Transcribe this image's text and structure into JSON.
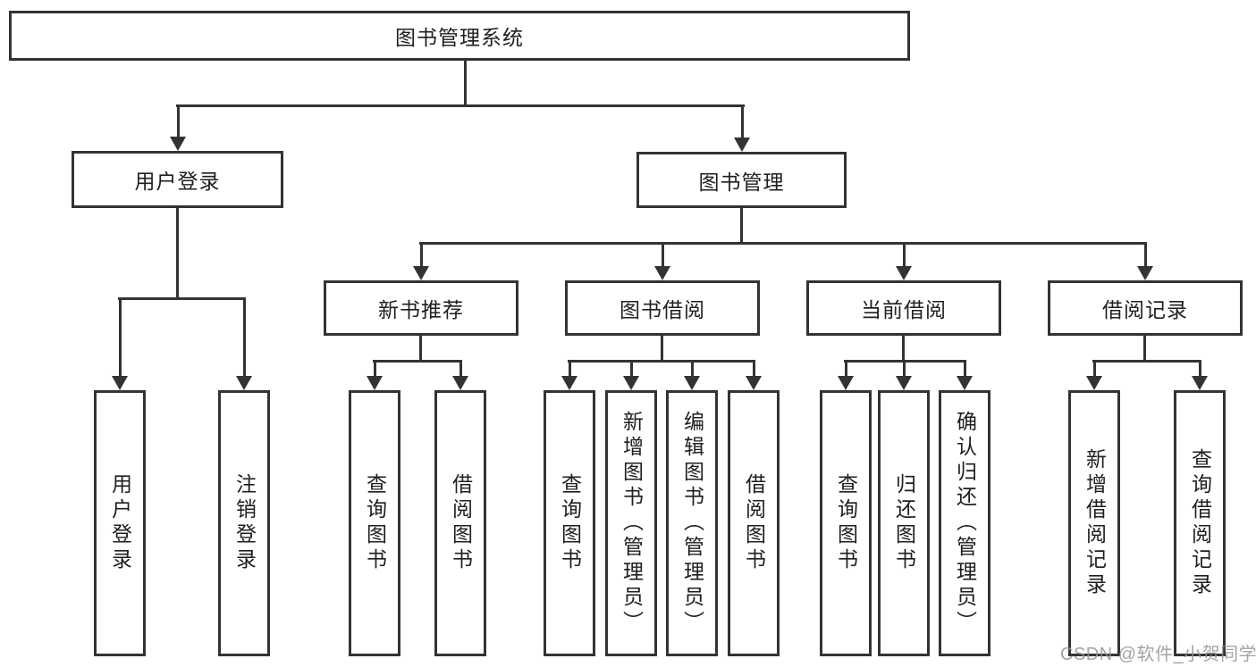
{
  "diagram": {
    "root": {
      "label": "图书管理系统"
    },
    "branches": [
      {
        "label": "用户登录",
        "children": [
          {
            "label": "用户登录"
          },
          {
            "label": "注销登录"
          }
        ]
      },
      {
        "label": "图书管理",
        "children": [
          {
            "label": "新书推荐",
            "children": [
              {
                "label": "查询图书"
              },
              {
                "label": "借阅图书"
              }
            ]
          },
          {
            "label": "图书借阅",
            "children": [
              {
                "label": "查询图书"
              },
              {
                "label": "新增图书（管理员）"
              },
              {
                "label": "编辑图书（管理员）"
              },
              {
                "label": "借阅图书"
              }
            ]
          },
          {
            "label": "当前借阅",
            "children": [
              {
                "label": "查询图书"
              },
              {
                "label": "归还图书"
              },
              {
                "label": "确认归还（管理员）"
              }
            ]
          },
          {
            "label": "借阅记录",
            "children": [
              {
                "label": "新增借阅记录"
              },
              {
                "label": "查询借阅记录"
              }
            ]
          }
        ]
      }
    ],
    "watermark": "CSDN @软件_小贺同学",
    "colors": {
      "line": "#333333",
      "text": "#1f1f1f",
      "background": "#ffffff",
      "watermark": "#949494"
    }
  }
}
